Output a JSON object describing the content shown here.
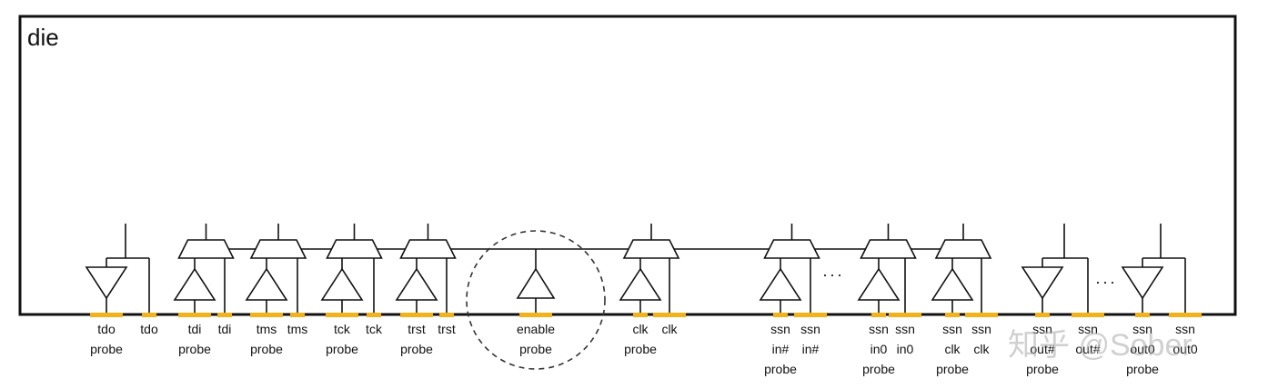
{
  "die": {
    "label": "die"
  },
  "ellipsis": "···",
  "watermark": "知乎 @Sober",
  "pins": [
    {
      "id": "tdo-probe",
      "lines": [
        "tdo",
        "probe"
      ]
    },
    {
      "id": "tdo",
      "lines": [
        "tdo"
      ]
    },
    {
      "id": "tdi-probe",
      "lines": [
        "tdi",
        "probe"
      ]
    },
    {
      "id": "tdi",
      "lines": [
        "tdi"
      ]
    },
    {
      "id": "tms-probe",
      "lines": [
        "tms",
        "probe"
      ]
    },
    {
      "id": "tms",
      "lines": [
        "tms"
      ]
    },
    {
      "id": "tck-probe",
      "lines": [
        "tck",
        "probe"
      ]
    },
    {
      "id": "tck",
      "lines": [
        "tck"
      ]
    },
    {
      "id": "trst-probe",
      "lines": [
        "trst",
        "probe"
      ]
    },
    {
      "id": "trst",
      "lines": [
        "trst"
      ]
    },
    {
      "id": "enable-probe",
      "lines": [
        "enable",
        "probe"
      ]
    },
    {
      "id": "clk-probe",
      "lines": [
        "clk",
        "probe"
      ]
    },
    {
      "id": "clk",
      "lines": [
        "clk"
      ]
    },
    {
      "id": "ssn-in-hash-probe",
      "lines": [
        "ssn",
        "in#",
        "probe"
      ]
    },
    {
      "id": "ssn-in-hash",
      "lines": [
        "ssn",
        "in#"
      ]
    },
    {
      "id": "ssn-in0-probe",
      "lines": [
        "ssn",
        "in0",
        "probe"
      ]
    },
    {
      "id": "ssn-in0",
      "lines": [
        "ssn",
        "in0"
      ]
    },
    {
      "id": "ssn-clk-probe",
      "lines": [
        "ssn",
        "clk",
        "probe"
      ]
    },
    {
      "id": "ssn-clk",
      "lines": [
        "ssn",
        "clk"
      ]
    },
    {
      "id": "ssn-out-hash-probe",
      "lines": [
        "ssn",
        "out#",
        "probe"
      ]
    },
    {
      "id": "ssn-out-hash",
      "lines": [
        "ssn",
        "out#"
      ]
    },
    {
      "id": "ssn-out0-probe",
      "lines": [
        "ssn",
        "out0",
        "probe"
      ]
    },
    {
      "id": "ssn-out0",
      "lines": [
        "ssn",
        "out0"
      ]
    }
  ],
  "colors": {
    "pad": "#f2b21a",
    "line": "#111111",
    "circle": "#333333"
  }
}
